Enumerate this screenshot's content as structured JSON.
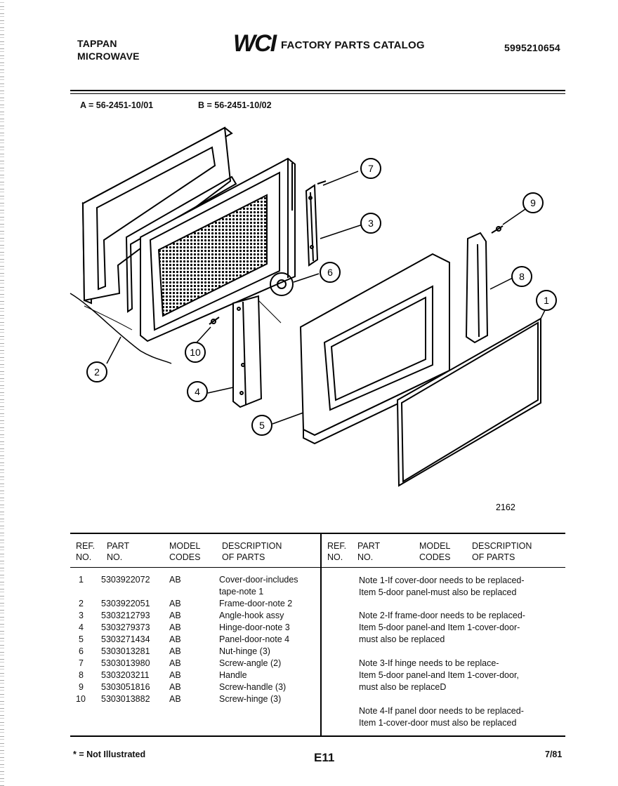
{
  "header": {
    "brand_line1": "TAPPAN",
    "brand_line2": "MICROWAVE",
    "logo": "WCI",
    "catalog_title": "FACTORY PARTS CATALOG",
    "catalog_number": "5995210654"
  },
  "models": {
    "a": "A = 56-2451-10/01",
    "b": "B = 56-2451-10/02"
  },
  "diagram": {
    "figure_number": "2162",
    "callouts": [
      "1",
      "2",
      "3",
      "4",
      "5",
      "6",
      "7",
      "8",
      "9",
      "10"
    ]
  },
  "table": {
    "col_ref": [
      "REF.",
      "NO."
    ],
    "col_part": [
      "PART",
      "NO."
    ],
    "col_model": [
      "MODEL",
      "CODES"
    ],
    "col_desc": [
      "DESCRIPTION",
      "OF PARTS"
    ],
    "rows": [
      {
        "ref": "1",
        "part": "5303922072",
        "model": "AB",
        "desc": "Cover-door-includes",
        "desc2": "tape-note 1"
      },
      {
        "ref": "2",
        "part": "5303922051",
        "model": "AB",
        "desc": "Frame-door-note 2",
        "desc2": ""
      },
      {
        "ref": "3",
        "part": "5303212793",
        "model": "AB",
        "desc": "Angle-hook assy",
        "desc2": ""
      },
      {
        "ref": "4",
        "part": "5303279373",
        "model": "AB",
        "desc": "Hinge-door-note 3",
        "desc2": ""
      },
      {
        "ref": "5",
        "part": "5303271434",
        "model": "AB",
        "desc": "Panel-door-note 4",
        "desc2": ""
      },
      {
        "ref": "6",
        "part": "5303013281",
        "model": "AB",
        "desc": "Nut-hinge (3)",
        "desc2": ""
      },
      {
        "ref": "7",
        "part": "5303013980",
        "model": "AB",
        "desc": "Screw-angle (2)",
        "desc2": ""
      },
      {
        "ref": "8",
        "part": "5303203211",
        "model": "AB",
        "desc": "Handle",
        "desc2": ""
      },
      {
        "ref": "9",
        "part": "5303051816",
        "model": "AB",
        "desc": "Screw-handle (3)",
        "desc2": ""
      },
      {
        "ref": "10",
        "part": "5303013882",
        "model": "AB",
        "desc": "Screw-hinge (3)",
        "desc2": ""
      }
    ],
    "notes": [
      [
        "Note 1-If cover-door needs to be replaced-",
        "Item 5-door panel-must also be replaced"
      ],
      [
        "Note 2-If frame-door needs to be replaced-",
        "Item 5-door panel-and Item 1-cover-door-",
        "must also be replaced"
      ],
      [
        "Note 3-If hinge needs to be replace-",
        "Item 5-door panel-and Item 1-cover-door,",
        "must also be replaceD"
      ],
      [
        "Note 4-If panel door needs to be replaced-",
        "Item 1-cover-door must also be replaced"
      ]
    ]
  },
  "footer": {
    "legend": "* = Not Illustrated",
    "page": "E11",
    "date": "7/81"
  }
}
